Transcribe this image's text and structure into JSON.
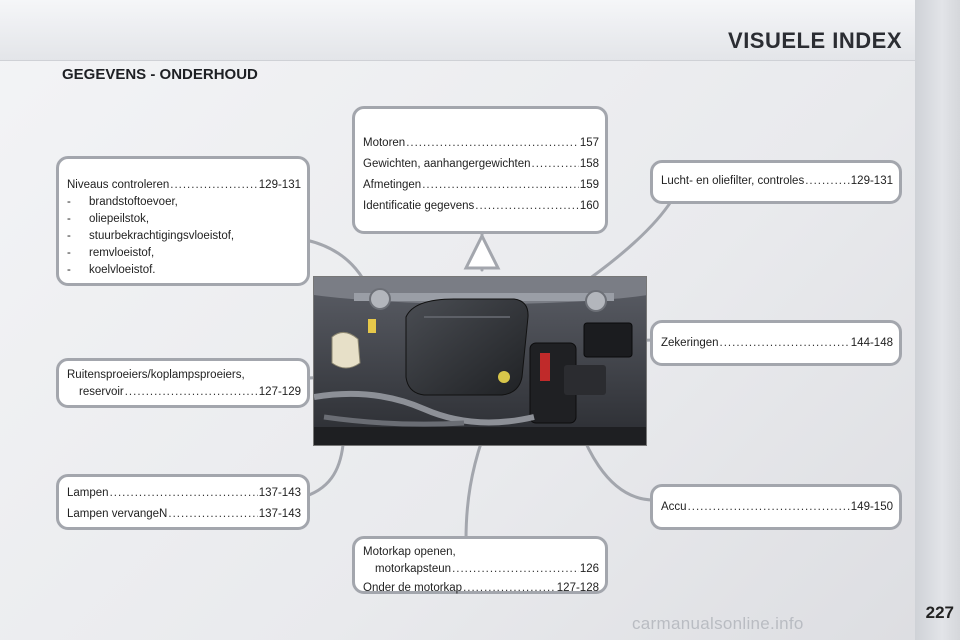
{
  "header": {
    "title": "VISUELE INDEX",
    "section": "GEGEVENS - ONDERHOUD",
    "page_number": "227"
  },
  "footer": {
    "watermark": "carmanualsonline.info"
  },
  "boxes": {
    "motoren": {
      "rows": [
        {
          "label": "Motoren",
          "page": "157"
        },
        {
          "label": "Gewichten, aanhangergewichten",
          "page": "158"
        },
        {
          "label": "Afmetingen",
          "page": "159"
        },
        {
          "label": "Identificatie gegevens",
          "page": "160"
        }
      ]
    },
    "niveaus": {
      "row": {
        "label": "Niveaus controleren",
        "page": "129-131"
      },
      "items": [
        "brandstoftoevoer,",
        "oliepeilstok,",
        "stuurbekrachtigingsvloeistof,",
        "remvloeistof,",
        "koelvloeistof."
      ]
    },
    "lucht": {
      "row": {
        "label": "Lucht- en oliefilter, controles",
        "page": "129-131"
      }
    },
    "ruiten": {
      "line1": "Ruitensproeiers/koplampsproeiers,",
      "row": {
        "label": "reservoir",
        "page": "127-129"
      }
    },
    "zekeringen": {
      "row": {
        "label": "Zekeringen",
        "page": "144-148"
      }
    },
    "lampen": {
      "rows": [
        {
          "label": "Lampen",
          "page": "137-143"
        },
        {
          "label": "Lampen vervangeN",
          "page": "137-143"
        }
      ]
    },
    "accu": {
      "row": {
        "label": "Accu",
        "page": "149-150"
      }
    },
    "motorkap": {
      "line1": "Motorkap openen,",
      "row1": {
        "label": "motorkapsteun",
        "page": "126"
      },
      "row2": {
        "label": "Onder de motorkap",
        "page": "127-128"
      }
    }
  },
  "image": {
    "subject": "engine-compartment-photo"
  }
}
